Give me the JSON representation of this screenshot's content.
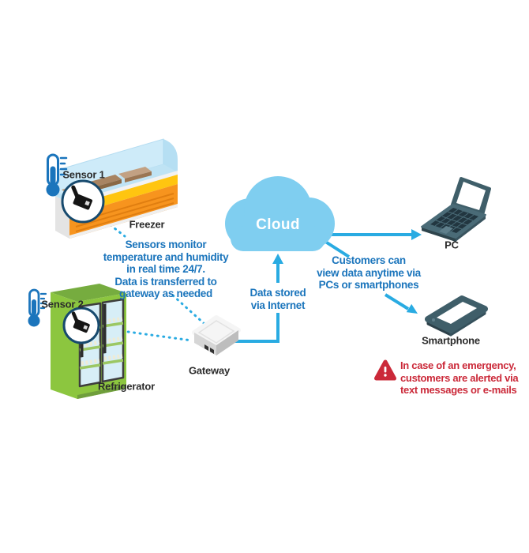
{
  "diagram": {
    "labels": {
      "sensor1": "Sensor 1",
      "freezer": "Freezer",
      "sensor2": "Sensor 2",
      "refrigerator": "Refrigerator",
      "gateway": "Gateway",
      "cloud": "Cloud",
      "pc": "PC",
      "smartphone": "Smartphone"
    },
    "annotations": {
      "sensors_note": {
        "lines": [
          "Sensors monitor",
          "temperature and humidity",
          "in real time 24/7.",
          "Data is transferred to",
          "gateway as needed"
        ]
      },
      "data_stored": {
        "lines": [
          "Data stored",
          "via Internet"
        ]
      },
      "customers": {
        "lines": [
          "Customers can",
          "view data anytime via",
          "PCs or smartphones"
        ]
      },
      "emergency": {
        "lines": [
          "In case of an emergency,",
          "customers are alerted via",
          "text messages or e-mails"
        ]
      }
    },
    "colors": {
      "arrow_blue": "#29ABE2",
      "cloud_blue": "#7FCEF0",
      "note_blue": "#1B75BC",
      "alert_red": "#CB2939",
      "label_dark": "#2B2B2B"
    }
  }
}
